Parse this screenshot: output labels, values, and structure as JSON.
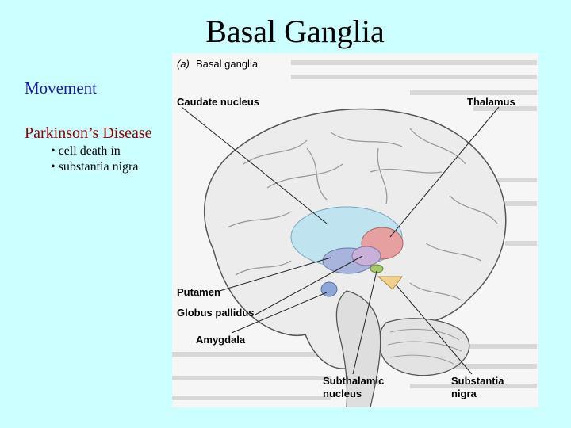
{
  "slide": {
    "title": "Basal Ganglia",
    "section_movement": "Movement",
    "section_disease": "Parkinson’s Disease",
    "bullets": [
      "• cell death in",
      "• substantia nigra"
    ]
  },
  "figure": {
    "panel_tag": "(a)",
    "panel_title": "Basal ganglia",
    "labels": {
      "caudate": "Caudate nucleus",
      "thalamus": "Thalamus",
      "putamen": "Putamen",
      "globus": "Globus pallidus",
      "amygdala": "Amygdala",
      "subthalamic_1": "Subthalamic",
      "subthalamic_2": "nucleus",
      "substantia_1": "Substantia",
      "substantia_2": "nigra"
    }
  },
  "colors": {
    "background": "#ccffff",
    "heading_blue": "#1a1aa6",
    "heading_red": "#8b0000",
    "caudate": "#bfe3ef",
    "thalamus": "#e6a0a0",
    "putamen": "#a8b4dc",
    "substantia": "#f0d08c",
    "amygdala": "#8da8d8"
  }
}
